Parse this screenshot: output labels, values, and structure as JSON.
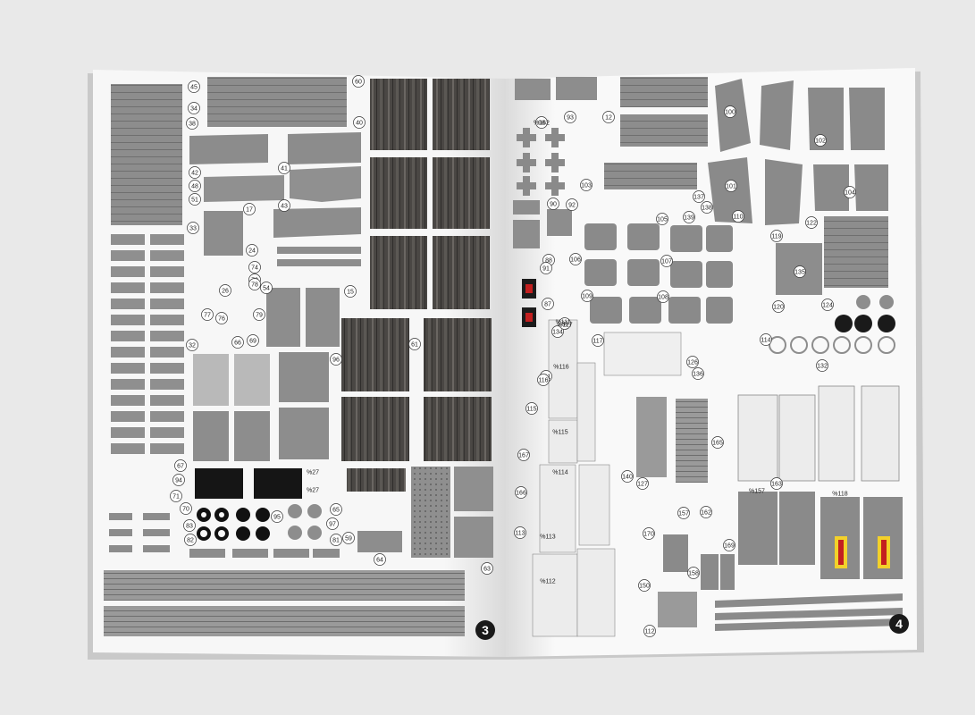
{
  "booklet": {
    "left_page": {
      "page_number": "3",
      "part_labels": [
        "45",
        "34",
        "38",
        "60",
        "40",
        "42",
        "48",
        "51",
        "33",
        "41",
        "43",
        "17",
        "24",
        "74",
        "73",
        "78",
        "26",
        "54",
        "77",
        "76",
        "79",
        "15",
        "66",
        "69",
        "32",
        "61",
        "96",
        "67",
        "94",
        "71",
        "70",
        "95",
        "65",
        "83",
        "82",
        "97",
        "59",
        "81",
        "64",
        "63",
        "%27",
        "%27"
      ]
    },
    "right_page": {
      "page_number": "4",
      "part_labels": [
        "98",
        "93",
        "12",
        "100",
        "102",
        "101",
        "103",
        "104",
        "90",
        "92",
        "137",
        "138",
        "139",
        "105",
        "110",
        "122",
        "88",
        "91",
        "87",
        "106",
        "107",
        "108",
        "109",
        "119",
        "135",
        "120",
        "124",
        "134",
        "117",
        "114",
        "126",
        "136",
        "132",
        "140",
        "127",
        "165",
        "163",
        "150",
        "162",
        "157",
        "170",
        "158",
        "169",
        "167",
        "166",
        "113",
        "112",
        "111",
        "116",
        "115",
        "89",
        "%116",
        "%115",
        "%114",
        "%113",
        "%112",
        "%111",
        "%117",
        "%118",
        "%157",
        "%162"
      ]
    },
    "paper_color": "#f7f7f7",
    "ink_gray": "#8d8d8d",
    "wood_color": "#4a4744",
    "highlight_color": "#c31f1f",
    "accent_yellow": "#f3d12a"
  }
}
